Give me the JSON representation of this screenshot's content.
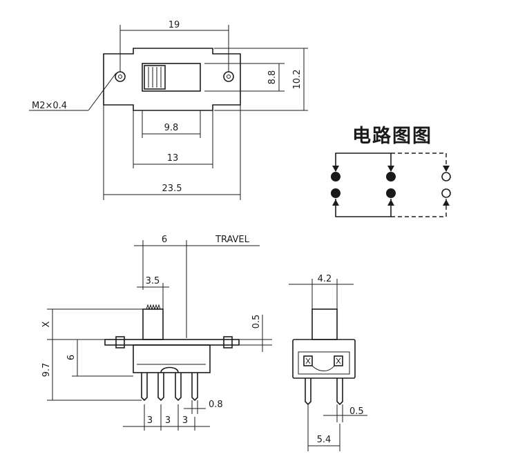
{
  "top_view": {
    "width_dim": "19",
    "hole_dim": "M2×0.4",
    "h1_dim": "8.8",
    "h2_dim": "10.2",
    "inner_dim": "9.8",
    "mid_dim": "13",
    "overall_dim": "23.5"
  },
  "schematic": {
    "title": "电路图图"
  },
  "side_view": {
    "travel_value": "6",
    "travel_label": "TRAVEL",
    "knob_width": "3.5",
    "x_label": "X",
    "height_dim": "9.7",
    "body_dim": "6",
    "gap_dim": "0.5",
    "pin_width": "0.8",
    "pitch": [
      "3",
      "3",
      "3"
    ]
  },
  "end_view": {
    "top_dim": "4.2",
    "pin_dim": "0.5",
    "bottom_dim": "5.4"
  }
}
